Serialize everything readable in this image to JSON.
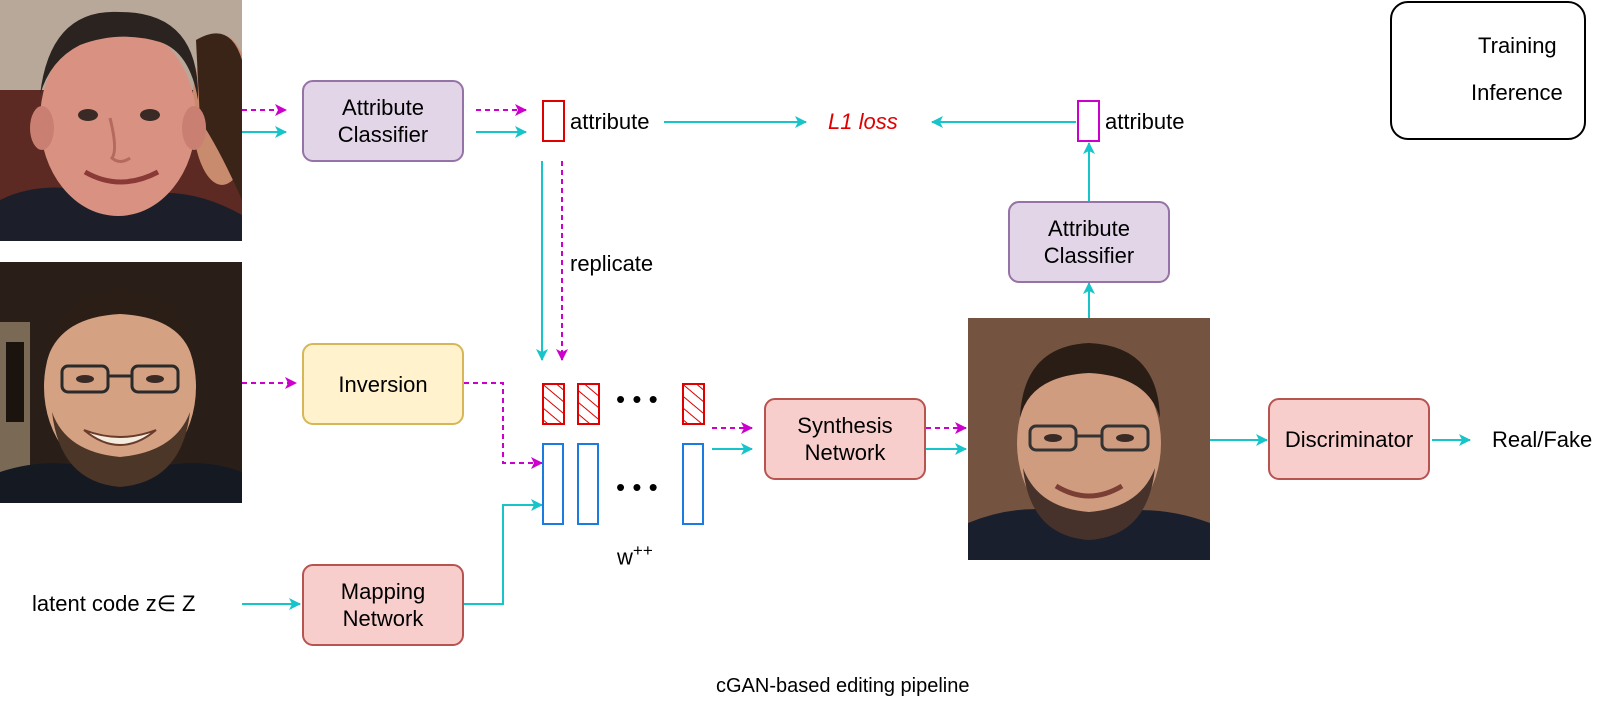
{
  "boxes": {
    "attr_classifier_top": "Attribute\nClassifier",
    "inversion": "Inversion",
    "mapping_network": "Mapping\nNetwork",
    "synthesis_network": "Synthesis\nNetwork",
    "attr_classifier_right": "Attribute\nClassifier",
    "discriminator": "Discriminator"
  },
  "labels": {
    "attribute_left": "attribute",
    "attribute_right": "attribute",
    "l1_loss": "L1 loss",
    "replicate": "replicate",
    "w_base": "w",
    "w_sup": "++",
    "latent_code": "latent code z∈ Z",
    "real_fake": "Real/Fake",
    "caption": "cGAN-based editing pipeline",
    "ellipsis_top": "• • •",
    "ellipsis_bottom": "• • •"
  },
  "legend": {
    "training": "Training",
    "inference": "Inference"
  },
  "colors": {
    "training_arrow": "#17c4c9",
    "inference_arrow": "#cc00cc",
    "attribute_vector": "#e00000",
    "attribute_vector_right": "#cc00cc",
    "w_vector": "#1a7be0",
    "l1_loss_text": "#e00000"
  },
  "images": {
    "top_left": "face photo: smiling man with short dark hair, woman partially visible at right",
    "mid_left": "face photo: smiling bearded man with glasses",
    "output": "generated face: smiling bearded man with glasses"
  }
}
